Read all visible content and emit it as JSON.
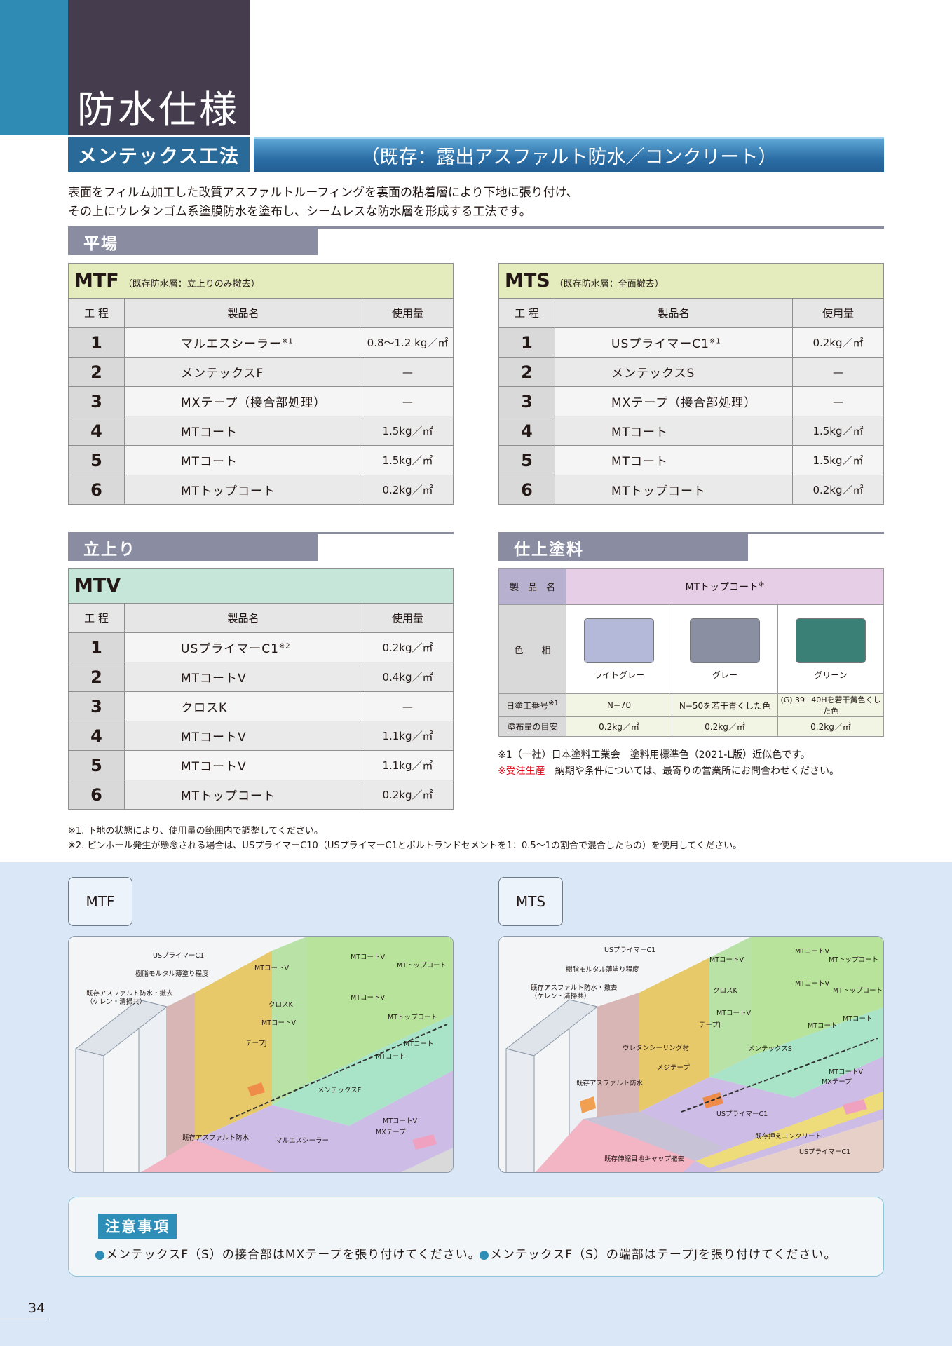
{
  "header": {
    "title": "防水仕様",
    "method": "メンテックス工法",
    "method_sub": "（既存：露出アスファルト防水／コンクリート）"
  },
  "intro": {
    "line1": "表面をフィルム加工した改質アスファルトルーフィングを裏面の粘着層により下地に張り付け、",
    "line2": "その上にウレタンゴム系塗膜防水を塗布し、シームレスな防水層を形成する工法です。"
  },
  "sections": {
    "flat": "平場",
    "rise": "立上り",
    "finish": "仕上塗料"
  },
  "columns": {
    "step": "工 程",
    "product": "製品名",
    "amount": "使用量"
  },
  "mtf": {
    "code": "MTF",
    "note": "（既存防水層：立上りのみ撤去）",
    "rows": [
      {
        "step": "1",
        "product": "マルエスシーラー",
        "sup": "※1",
        "amount": "0.8〜1.2 kg／㎡"
      },
      {
        "step": "2",
        "product": "メンテックスF",
        "sup": "",
        "amount": "—"
      },
      {
        "step": "3",
        "product": "MXテープ（接合部処理）",
        "sup": "",
        "amount": "—"
      },
      {
        "step": "4",
        "product": "MTコート",
        "sup": "",
        "amount": "1.5kg／㎡"
      },
      {
        "step": "5",
        "product": "MTコート",
        "sup": "",
        "amount": "1.5kg／㎡"
      },
      {
        "step": "6",
        "product": "MTトップコート",
        "sup": "",
        "amount": "0.2kg／㎡"
      }
    ]
  },
  "mts": {
    "code": "MTS",
    "note": "（既存防水層：全面撤去）",
    "rows": [
      {
        "step": "1",
        "product": "USプライマーC1",
        "sup": "※1",
        "amount": "0.2kg／㎡"
      },
      {
        "step": "2",
        "product": "メンテックスS",
        "sup": "",
        "amount": "—"
      },
      {
        "step": "3",
        "product": "MXテープ（接合部処理）",
        "sup": "",
        "amount": "—"
      },
      {
        "step": "4",
        "product": "MTコート",
        "sup": "",
        "amount": "1.5kg／㎡"
      },
      {
        "step": "5",
        "product": "MTコート",
        "sup": "",
        "amount": "1.5kg／㎡"
      },
      {
        "step": "6",
        "product": "MTトップコート",
        "sup": "",
        "amount": "0.2kg／㎡"
      }
    ]
  },
  "mtv": {
    "code": "MTV",
    "rows": [
      {
        "step": "1",
        "product": "USプライマーC1",
        "sup": "※2",
        "amount": "0.2kg／㎡"
      },
      {
        "step": "2",
        "product": "MTコートV",
        "sup": "",
        "amount": "0.4kg／㎡"
      },
      {
        "step": "3",
        "product": "クロスK",
        "sup": "",
        "amount": "—"
      },
      {
        "step": "4",
        "product": "MTコートV",
        "sup": "",
        "amount": "1.1kg／㎡"
      },
      {
        "step": "5",
        "product": "MTコートV",
        "sup": "",
        "amount": "1.1kg／㎡"
      },
      {
        "step": "6",
        "product": "MTトップコート",
        "sup": "",
        "amount": "0.2kg／㎡"
      }
    ]
  },
  "finish": {
    "product_label": "製　品　名",
    "product": "MTトップコート",
    "product_sup": "※",
    "color_label": "色　　相",
    "code_label": "日塗工番号",
    "code_sup": "※1",
    "coverage_label": "塗布量の目安",
    "colors": [
      {
        "name": "ライトグレー",
        "hex": "#b5b9d9",
        "code": "N−70",
        "coverage": "0.2kg／㎡"
      },
      {
        "name": "グレー",
        "hex": "#8a8fa1",
        "code": "N−50を若干青くした色",
        "coverage": "0.2kg／㎡"
      },
      {
        "name": "グリーン",
        "hex": "#3b8076",
        "code": "(G) 39−40Hを若干黄色くした色",
        "coverage": "0.2kg／㎡"
      }
    ],
    "note1": "※1（一社）日本塗料工業会　塗料用標準色（2021-L版）近似色です。",
    "note2_red": "※受注生産",
    "note2": "　納期や条件については、最寄りの営業所にお問合わせください。"
  },
  "footnotes": {
    "n1": "※1. 下地の状態により、使用量の範囲内で調整してください。",
    "n2": "※2. ピンホール発生が懸念される場合は、USプライマーC10（USプライマーC1とポルトランドセメントを1：0.5〜1の割合で混合したもの）を使用してください。"
  },
  "diagrams": {
    "left_tab": "MTF",
    "right_tab": "MTS",
    "left_labels": {
      "a": "USプライマーC1",
      "b": "樹脂モルタル薄塗り程度",
      "c": "既存アスファルト防水・撤去",
      "d": "（ケレン・清掃共）",
      "e": "MTコートV",
      "f": "MTコートV",
      "g": "MTトップコート",
      "h": "MTコートV",
      "i": "クロスK",
      "j": "MTコートV",
      "k": "MTトップコート",
      "l": "テープJ",
      "m": "MTコート",
      "n": "MTコート",
      "o": "メンテックスF",
      "p": "MTコートV",
      "q": "MXテープ",
      "r": "既存アスファルト防水",
      "s": "マルエスシーラー"
    },
    "right_labels": {
      "a": "USプライマーC1",
      "b": "樹脂モルタル薄塗り程度",
      "c": "既存アスファルト防水・撤去",
      "d": "（ケレン・清掃共）",
      "e": "MTコートV",
      "f": "MTコートV",
      "g": "MTトップコート",
      "h": "MTコートV",
      "i": "MTトップコート",
      "j": "クロスK",
      "k": "MTコートV",
      "l": "MTコート",
      "m": "テープJ",
      "n": "MTコート",
      "o": "ウレタンシーリング材",
      "p": "メンテックスS",
      "q": "メジテープ",
      "r": "MTコートV",
      "s": "MXテープ",
      "t": "既存アスファルト防水",
      "u": "USプライマーC1",
      "v": "既存押えコンクリート",
      "w": "USプライマーC1",
      "x": "既存伸縮目地キャップ撤去"
    }
  },
  "caution": {
    "title": "注意事項",
    "item1": "メンテックスF（S）の接合部はMXテープを張り付けてください。",
    "item2": "メンテックスF（S）の端部はテープJを張り付けてください。"
  },
  "page_number": "34"
}
